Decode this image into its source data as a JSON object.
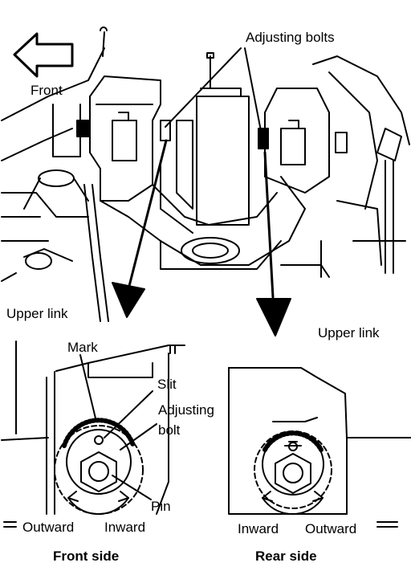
{
  "labels": {
    "adjusting_bolts": "Adjusting bolts",
    "front": "Front",
    "upper_link_left": "Upper link",
    "upper_link_right": "Upper link",
    "mark": "Mark",
    "slit": "Slit",
    "adjusting_bolt_line1": "Adjusting",
    "adjusting_bolt_line2": "bolt",
    "pin": "Pin",
    "outward_left": "Outward",
    "inward_left": "Inward",
    "inward_right": "Inward",
    "outward_right": "Outward",
    "front_side": "Front side",
    "rear_side": "Rear side"
  },
  "colors": {
    "ink": "#000000",
    "paper": "#ffffff"
  }
}
